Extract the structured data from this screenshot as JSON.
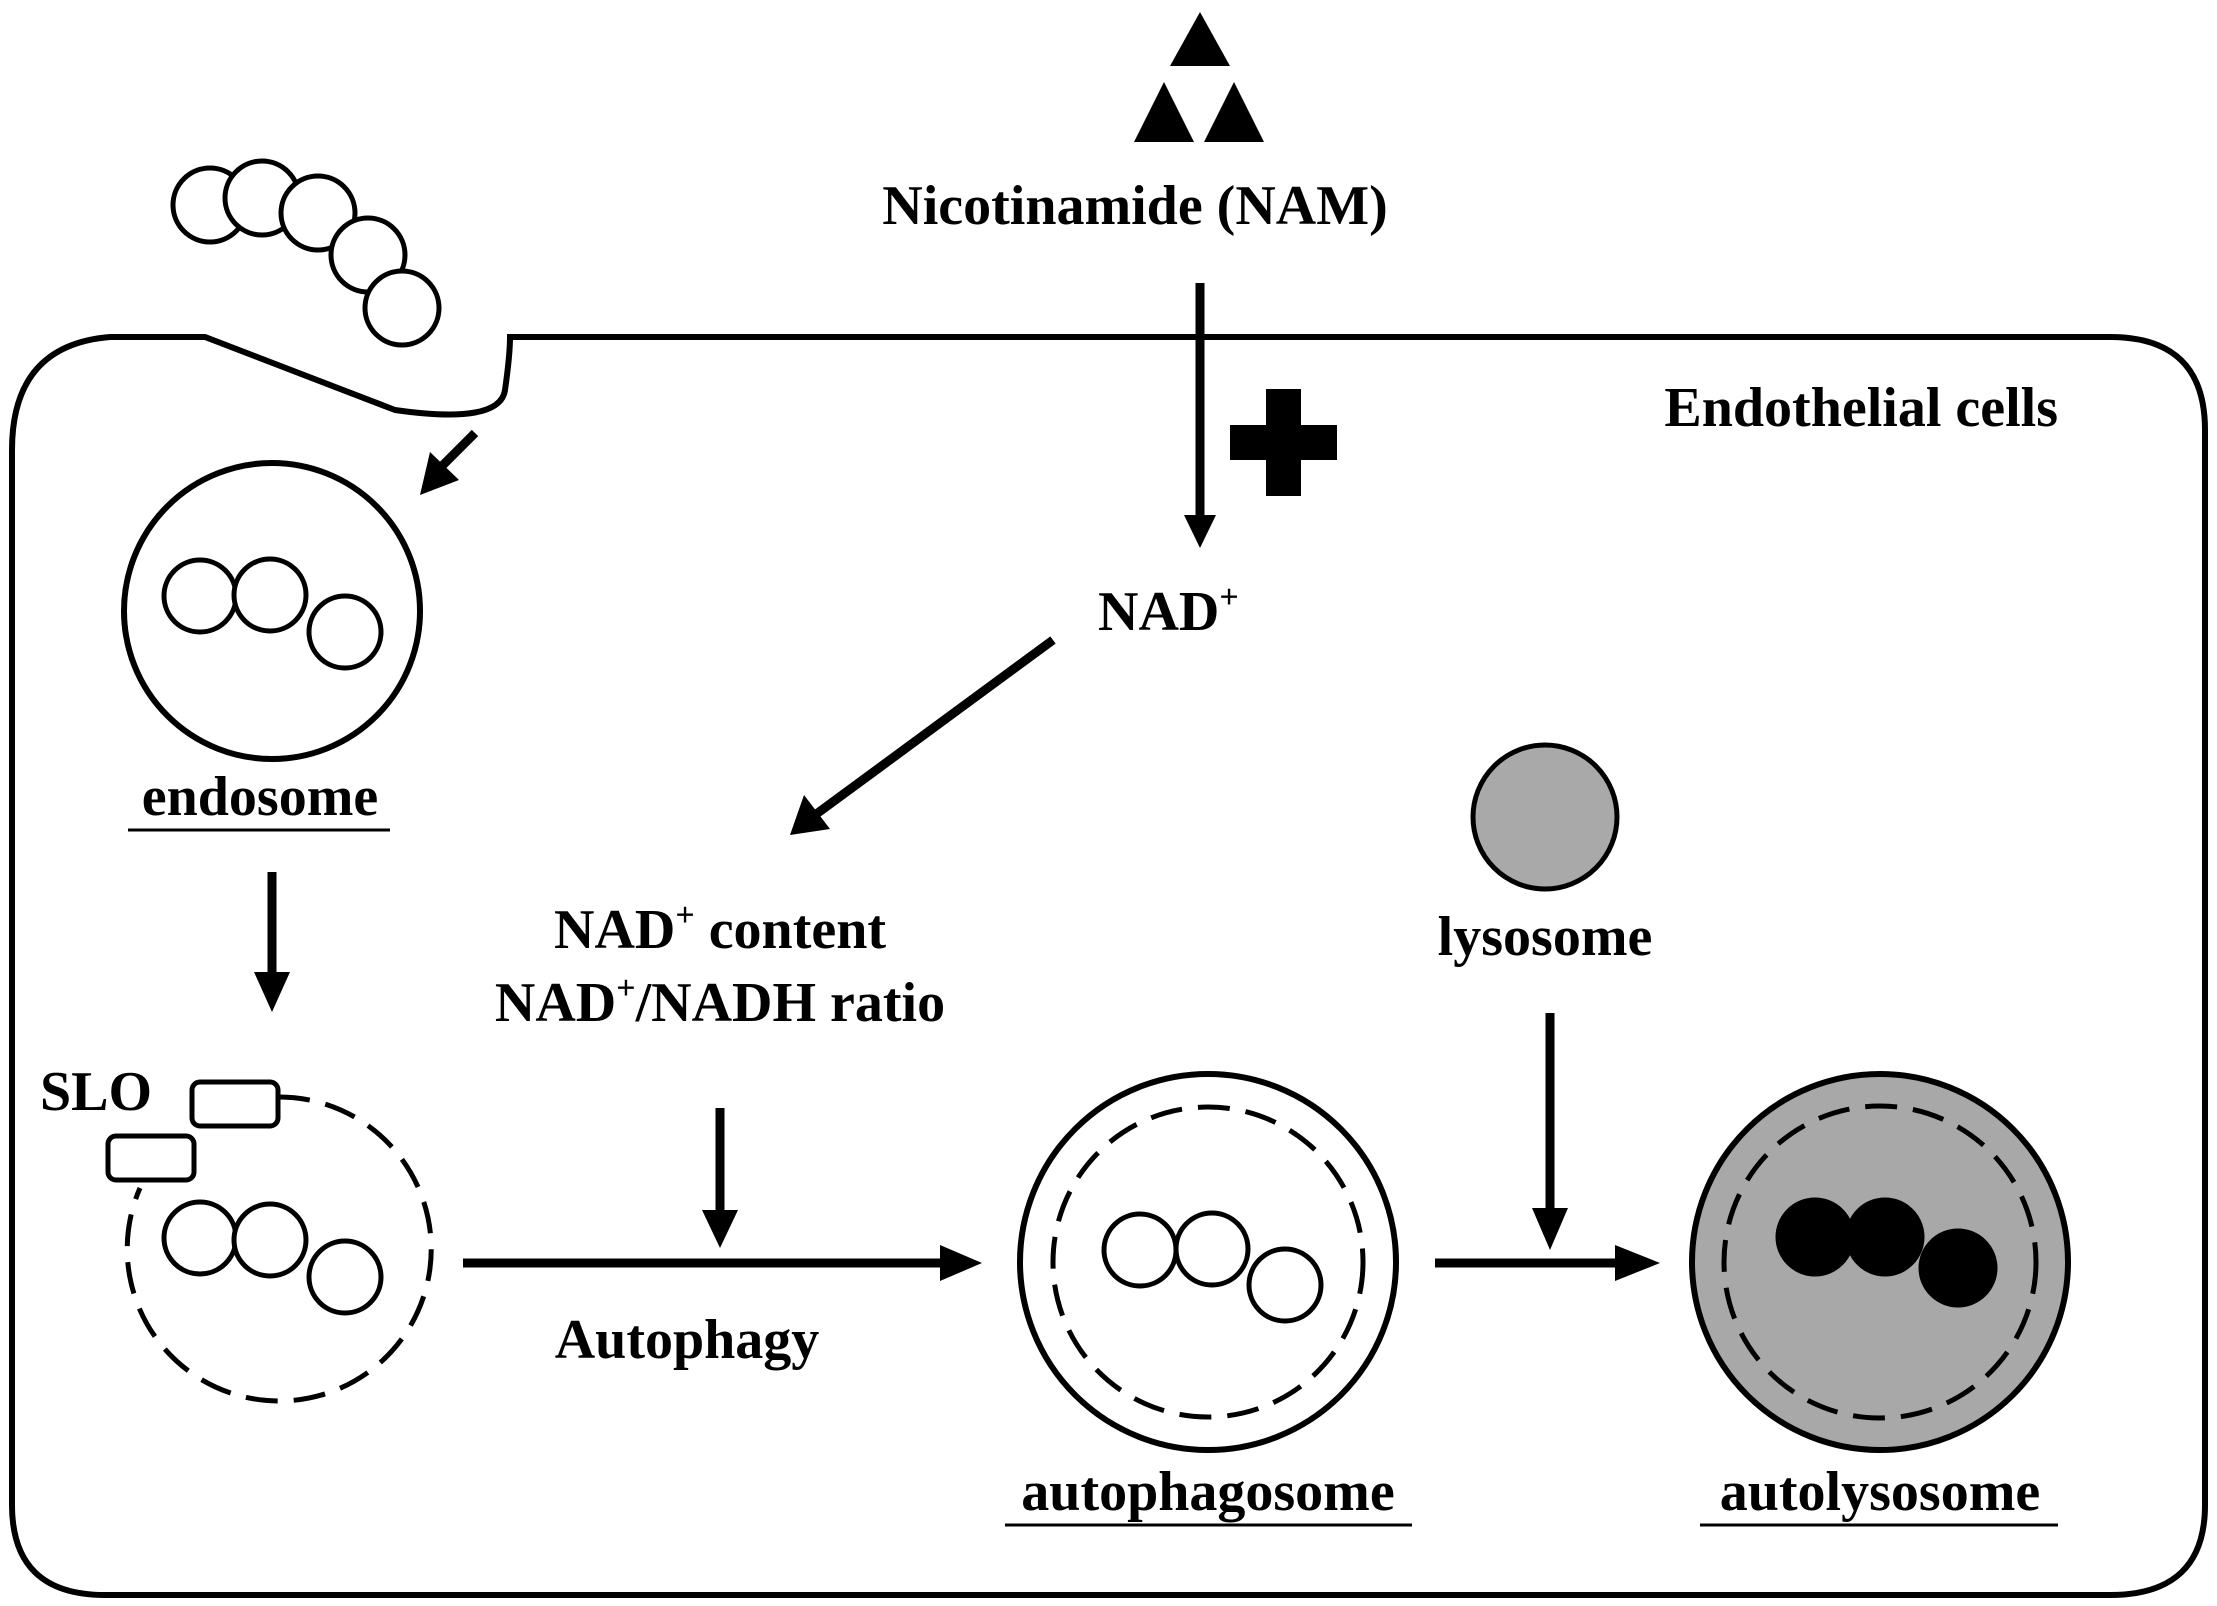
{
  "labels": {
    "nam": "Nicotinamide (NAM)",
    "cell": "Endothelial cells",
    "nad_base": "NAD",
    "nad_sup": "+",
    "endosome": "endosome",
    "nad_content_base": "NAD",
    "nad_content_sup": "+",
    "nad_content_rest": " content",
    "nad_ratio_base": "NAD",
    "nad_ratio_sup": "+",
    "nad_ratio_rest": "/NADH ratio",
    "slo": "SLO",
    "lysosome": "lysosome",
    "autophagy": "Autophagy",
    "autophagosome": "autophagosome",
    "autolysosome": "autolysosome"
  },
  "colors": {
    "line": "#000000",
    "lysosome_fill": "#a9a9a9",
    "autolysosome_fill": "#a8a8a8",
    "bead_fill": "#ffffff",
    "degraded_bead": "#000000"
  },
  "icons": {
    "nam_molecules": "triangle-icon",
    "activation": "plus-icon"
  }
}
